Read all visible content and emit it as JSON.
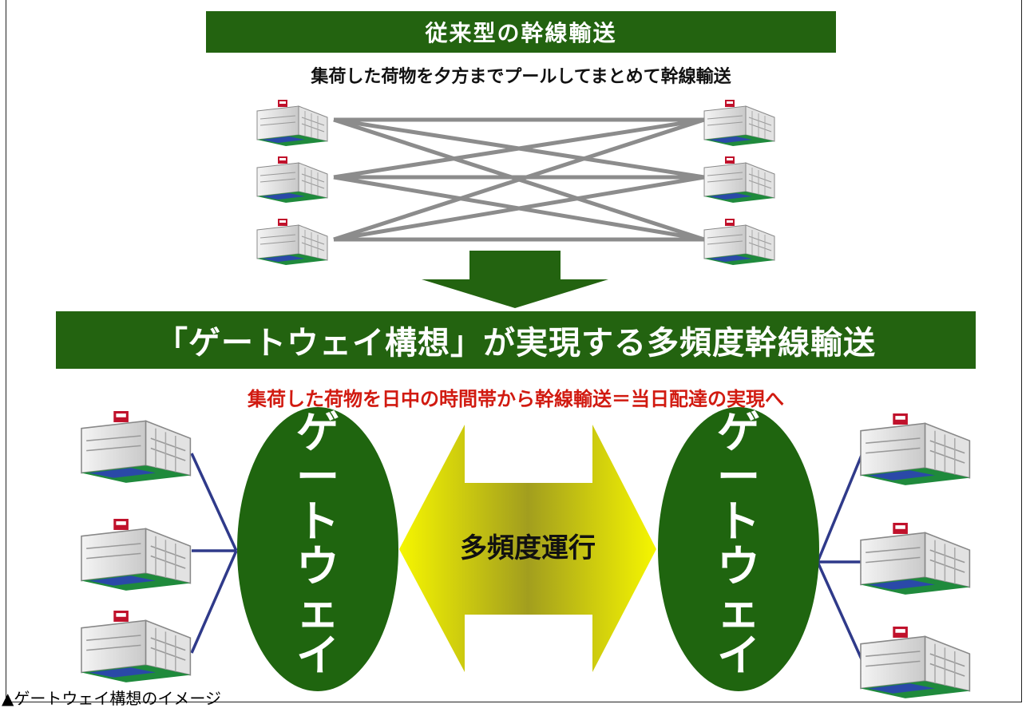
{
  "header": {
    "title": "従来型の幹線輸送",
    "subtitle": "集荷した荷物を夕方までプールしてまとめて幹線輸送"
  },
  "main_banner": {
    "title": "「ゲートウェイ構想」が実現する多頻度幹線輸送",
    "subtitle": "集荷した荷物を日中の時間帯から幹線輸送＝当日配達の実現へ"
  },
  "gateway_left": {
    "label_chars": [
      "ゲ",
      "ー",
      "ト",
      "ウ",
      "ェ",
      "イ"
    ]
  },
  "gateway_right": {
    "label_chars": [
      "ゲ",
      "ー",
      "ト",
      "ウ",
      "ェ",
      "イ"
    ]
  },
  "center_arrow": {
    "label": "多頻度運行"
  },
  "caption": "▲ゲートウェイ構想のイメージ",
  "colors": {
    "banner_green": "#236310",
    "gateway_green": "#1f650f",
    "red_text": "#d11a10",
    "connector_navy": "#2f3a8a",
    "old_lines_gray": "#8c8c8c",
    "arrow_yellow": "#f4f400"
  },
  "icons": {
    "facility": "warehouse-building-icon",
    "down_arrow": "down-arrow-icon",
    "double_arrow": "double-arrow-icon"
  }
}
